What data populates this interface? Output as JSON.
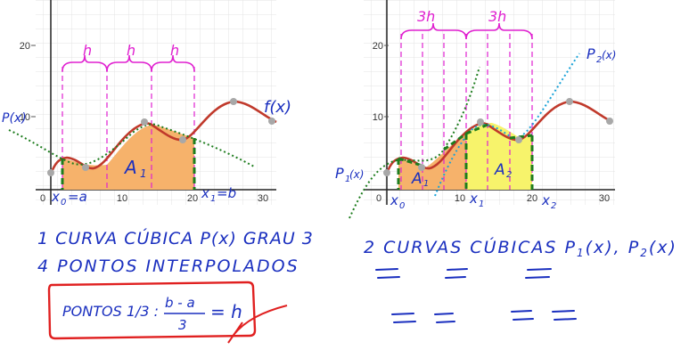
{
  "left_graph": {
    "y_ticks": [
      "20",
      "10"
    ],
    "x_ticks": [
      "0",
      "10",
      "20",
      "30"
    ],
    "spacing_labels": [
      "h",
      "h",
      "h"
    ],
    "label_p": "P(x)",
    "label_f": "f(x)",
    "label_area": "A",
    "label_area_sub": "1",
    "label_x0": "x",
    "label_x0_sub": "0",
    "label_x0_eq": "=a",
    "label_x1": "x",
    "label_x1_sub": "1",
    "label_x1_eq": "=b"
  },
  "right_graph": {
    "y_ticks": [
      "20",
      "10"
    ],
    "x_ticks": [
      "0",
      "10",
      "20",
      "30"
    ],
    "spacing_labels": [
      "3h",
      "3h"
    ],
    "label_p1": "P",
    "label_p1_sub": "1",
    "label_p1_arg": "(x)",
    "label_p2": "P",
    "label_p2_sub": "2",
    "label_p2_arg": "(x)",
    "label_a1": "A",
    "label_a1_sub": "1",
    "label_a2": "A",
    "label_a2_sub": "2",
    "label_x0": "x",
    "label_x0_sub": "0",
    "label_x1": "x",
    "label_x1_sub": "1",
    "label_x2": "x",
    "label_x2_sub": "2"
  },
  "notes_left": {
    "line1": "1 CURVA CÚBICA  P(x) GRAU 3",
    "line2": "4 PONTOS  INTERPOLADOS",
    "box_text": "PONTOS 1/3 :",
    "fraction_num": "b - a",
    "fraction_den": "3",
    "fraction_result": "= h"
  },
  "notes_right": {
    "line1": "2  CURVAS CÚBICAS P",
    "line1_sub1": "1",
    "line1_mid": "(x), P",
    "line1_sub2": "2",
    "line1_end": "(x)"
  },
  "colors": {
    "f_curve": "#c0392b",
    "fill_orange": "#f6b26b",
    "fill_yellow": "#f7f36b",
    "dotted_green": "#1e7d1e",
    "dashed_pink": "#e020d0",
    "blue_ink": "#1a2fbf",
    "red_box": "#e02020",
    "cyan_dotted": "#1aa3d8",
    "grid": "#d9d9d9"
  }
}
